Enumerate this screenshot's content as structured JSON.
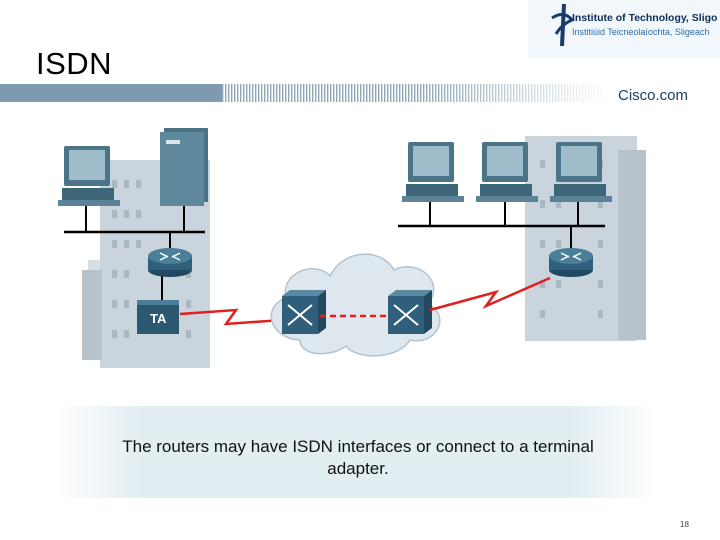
{
  "title": "ISDN",
  "logo": {
    "line1": "Institute of Technology, Sligo",
    "line2": "Institiúid Teicneolaíochta, Sligeach"
  },
  "brand": "Cisco.com",
  "diagram": {
    "ta_label": "TA",
    "colors": {
      "router": "#2f5f7a",
      "switch": "#3c6d86",
      "link": "#e02020",
      "cloud": "#dfe7ee",
      "building": "#c9d4dc"
    }
  },
  "caption": "The routers may have ISDN interfaces or connect to a terminal adapter.",
  "page_number": "18"
}
